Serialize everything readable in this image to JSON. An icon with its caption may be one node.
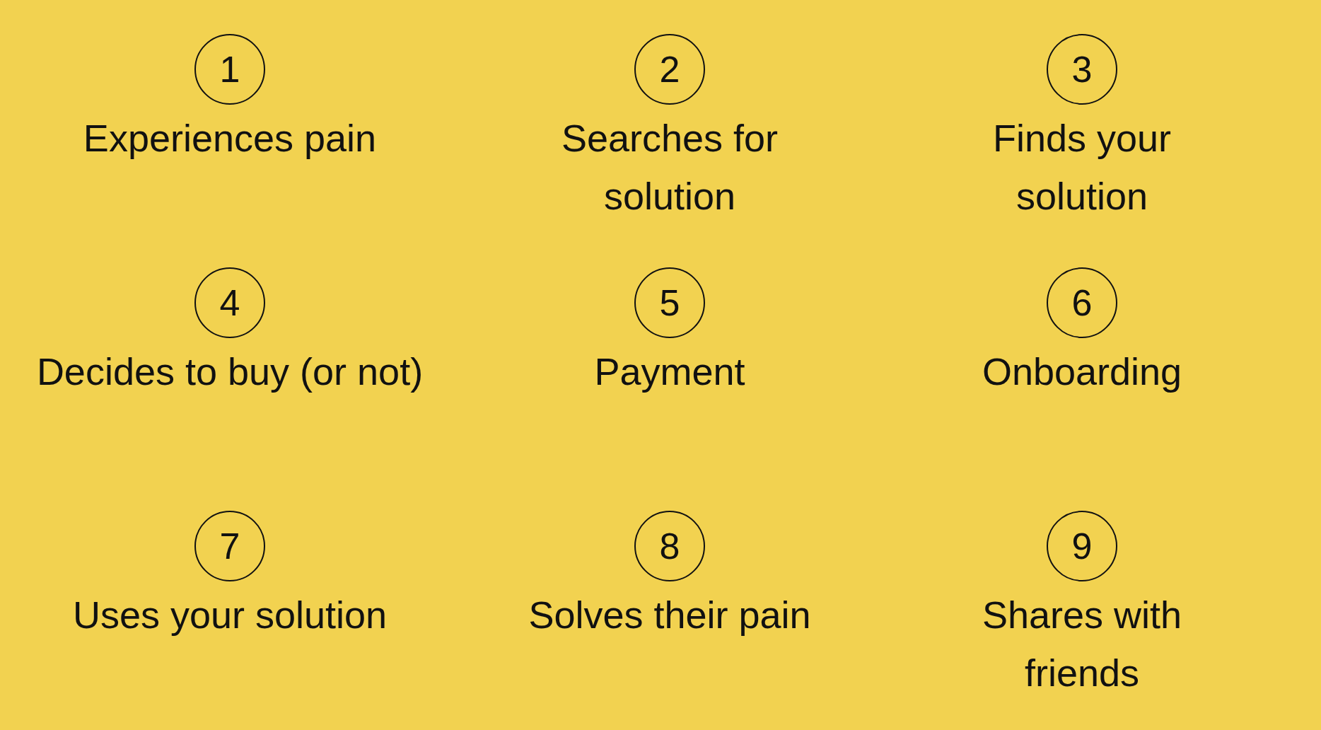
{
  "diagram": {
    "nodes": [
      {
        "text": [
          "1",
          "Experiences pain"
        ]
      },
      {
        "text": [
          "2",
          "Searches for solution"
        ]
      },
      {
        "text": [
          "3",
          "Finds your solution"
        ]
      },
      {
        "text": [
          "4",
          "Decides to buy (or not)"
        ]
      },
      {
        "text": [
          "5",
          "Payment"
        ]
      },
      {
        "text": [
          "6",
          "Onboarding"
        ]
      },
      {
        "text": [
          "7",
          "Uses your solution"
        ]
      },
      {
        "text": [
          "8",
          "Solves their pain"
        ]
      },
      {
        "text": [
          "9",
          "Shares with friends"
        ]
      }
    ],
    "edges": []
  }
}
